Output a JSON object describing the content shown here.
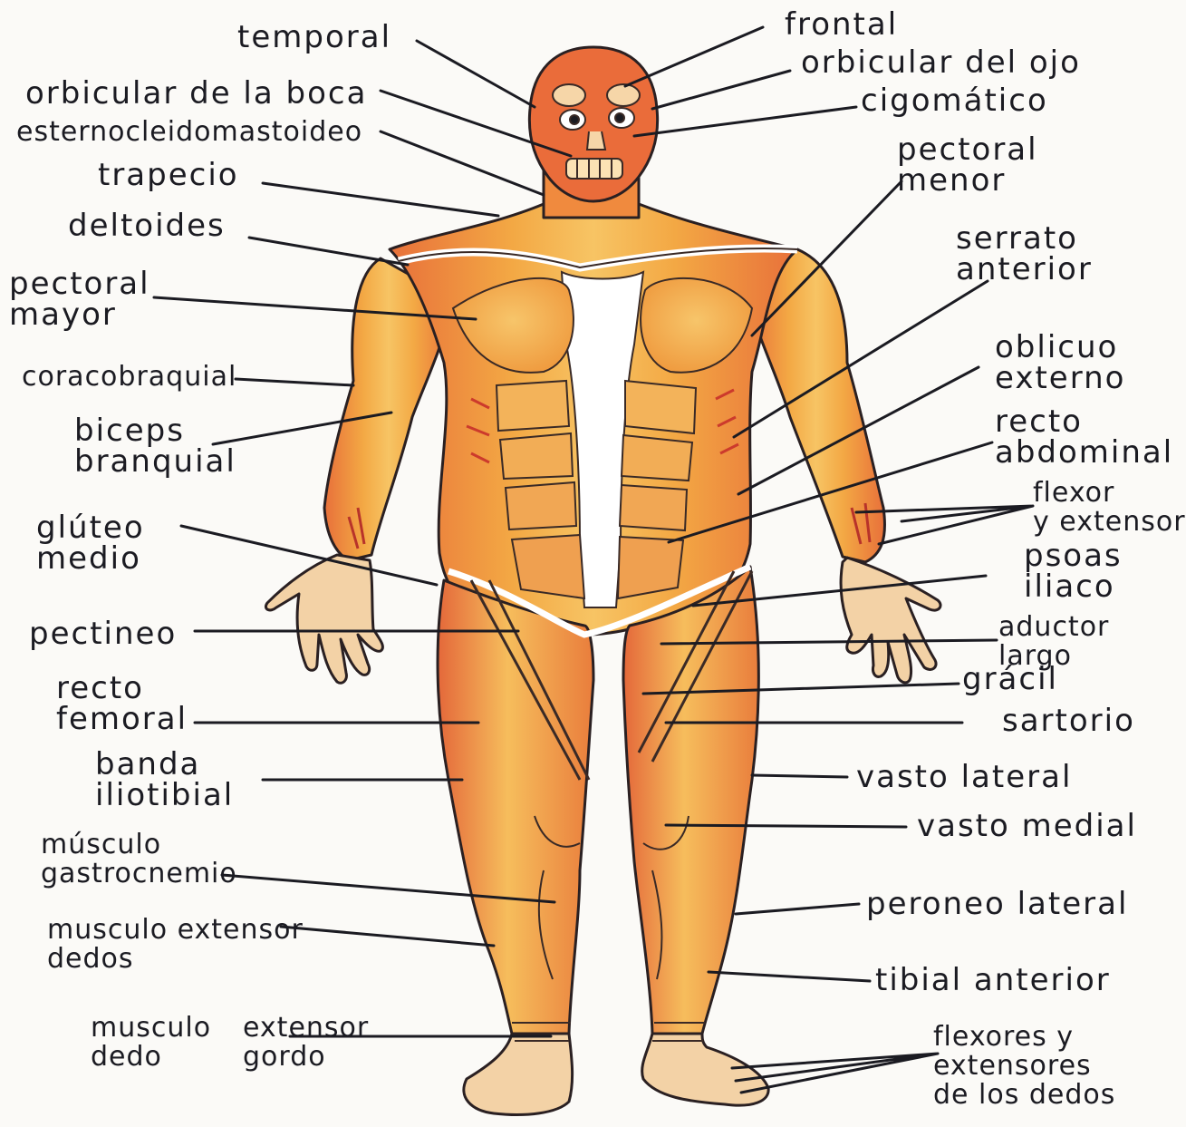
{
  "colors": {
    "paper": "#fbfaf7",
    "ink": "#1b1b22",
    "muscle_orange": "#f2a640",
    "muscle_light": "#f7c766",
    "muscle_red": "#e05a36",
    "tendon": "#ffffff",
    "skin": "#f3d2a6"
  },
  "labels": {
    "left": {
      "temporal": [
        "temporal"
      ],
      "orbicular_boca": [
        "orbicular de la boca"
      ],
      "esternocleidomastoideo": [
        "esternocleidomastoideo"
      ],
      "trapecio": [
        "trapecio"
      ],
      "deltoides": [
        "deltoides"
      ],
      "pectoral_mayor": [
        "pectoral",
        "mayor"
      ],
      "coracobraquial": [
        "coracobraquial"
      ],
      "biceps": [
        "biceps",
        "branquial"
      ],
      "gluteo_medio": [
        "glúteo",
        "medio"
      ],
      "pectineo": [
        "pectineo"
      ],
      "recto_femoral": [
        "recto",
        "femoral"
      ],
      "banda_iliotibial": [
        "banda",
        "iliotibial"
      ],
      "gastrocnemio": [
        "músculo",
        "gastrocnemio"
      ],
      "extensor_dedos": [
        "musculo extensor",
        "dedos"
      ],
      "extensor_dedo_gordo_a": [
        "musculo",
        "dedo"
      ],
      "extensor_dedo_gordo_b": [
        "extensor",
        "gordo"
      ]
    },
    "right": {
      "frontal": [
        "frontal"
      ],
      "orbicular_ojo": [
        "orbicular del ojo"
      ],
      "cigomatico": [
        "cigomático"
      ],
      "pectoral_menor": [
        "pectoral",
        "menor"
      ],
      "serrato_anterior": [
        "serrato",
        "anterior"
      ],
      "oblicuo_externo": [
        "oblicuo",
        "externo"
      ],
      "recto_abdominal": [
        "recto",
        "abdominal"
      ],
      "flexor_extensores": [
        "flexor",
        "y extensores"
      ],
      "psoas_iliaco": [
        "psoas",
        "iliaco"
      ],
      "aductor_largo": [
        "aductor",
        "largo"
      ],
      "gracil": [
        "grácil"
      ],
      "sartorio": [
        "sartorio"
      ],
      "vasto_lateral": [
        "vasto lateral"
      ],
      "vasto_medial": [
        "vasto medial"
      ],
      "peroneo_lateral": [
        "peroneo lateral"
      ],
      "tibial_anterior": [
        "tibial anterior"
      ],
      "flexores_extensores_dedos": [
        "flexores y",
        "extensores",
        "de los dedos"
      ]
    }
  }
}
